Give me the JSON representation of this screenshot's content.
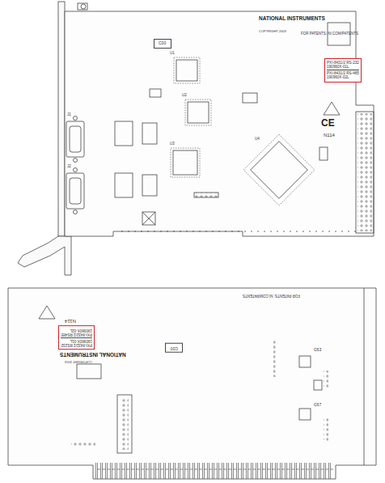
{
  "diagram": {
    "nodes": [
      {
        "text": [
          "C00"
        ]
      },
      {
        "text": [
          "PXI-8431/2 RS-232",
          "190960X-01L",
          "PXI-8431/2 RS-485",
          "190960X-02L"
        ]
      },
      {
        "text": [
          "PXI-8432/2 RS232",
          "190960X-01L",
          "PXI-8432/2 RS485",
          "190960X-02L"
        ]
      },
      {
        "text": [
          "C00"
        ]
      }
    ],
    "labels": [
      "NATIONAL INSTRUMENTS",
      "COPYRIGHT 2003",
      "FOR PATENTS: NI.COM/PATENTS",
      "CE",
      "N114",
      "U1",
      "U2",
      "U3",
      "U4",
      "J1",
      "J2",
      "FOR PATENTS: NI.COM/PATENTS",
      "NATIONAL INSTRUMENTS",
      "COPYRIGHT 2003",
      "N114",
      "C63",
      "C67"
    ]
  }
}
